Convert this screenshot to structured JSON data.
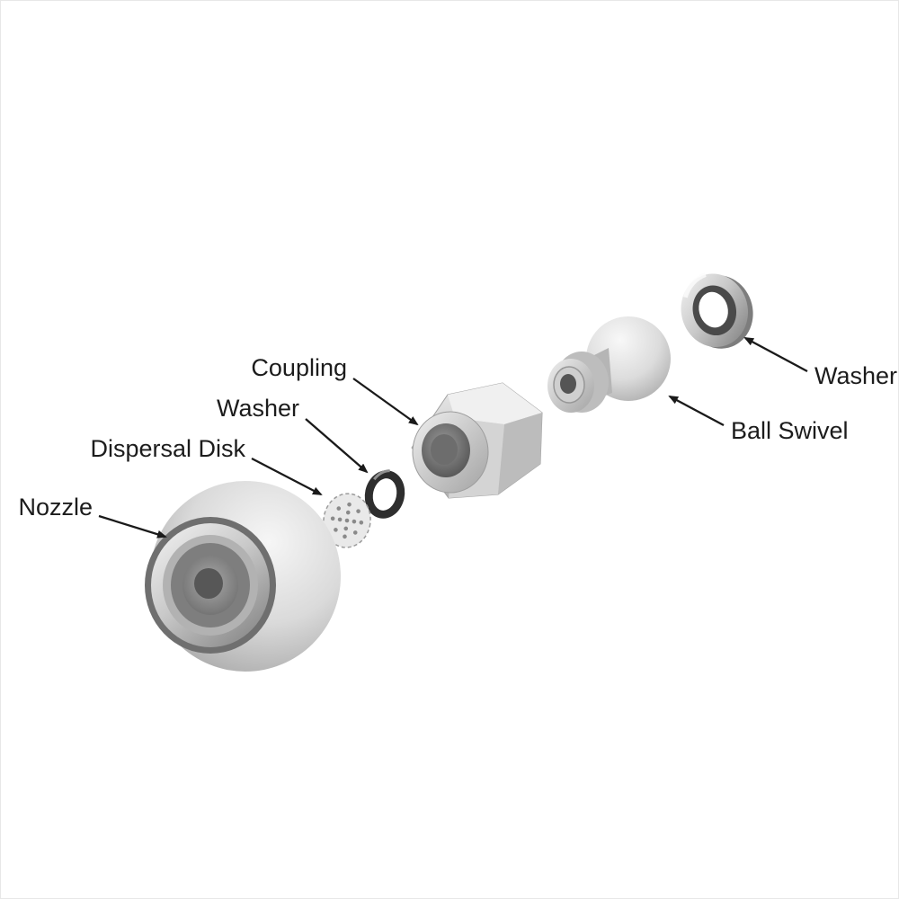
{
  "diagram": {
    "labels": {
      "coupling": "Coupling",
      "washer_small": "Washer",
      "dispersal_disk": "Dispersal Disk",
      "nozzle": "Nozzle",
      "washer_large": "Washer",
      "ball_swivel": "Ball Swivel"
    },
    "colors": {
      "label_text": "#1c1c1c",
      "leader_line": "#1a1a1a",
      "metal_light": "#f2f2f2",
      "metal_mid": "#c9c9c9",
      "metal_dark": "#8e8e8e",
      "oring_dark": "#2e2e2e"
    }
  }
}
